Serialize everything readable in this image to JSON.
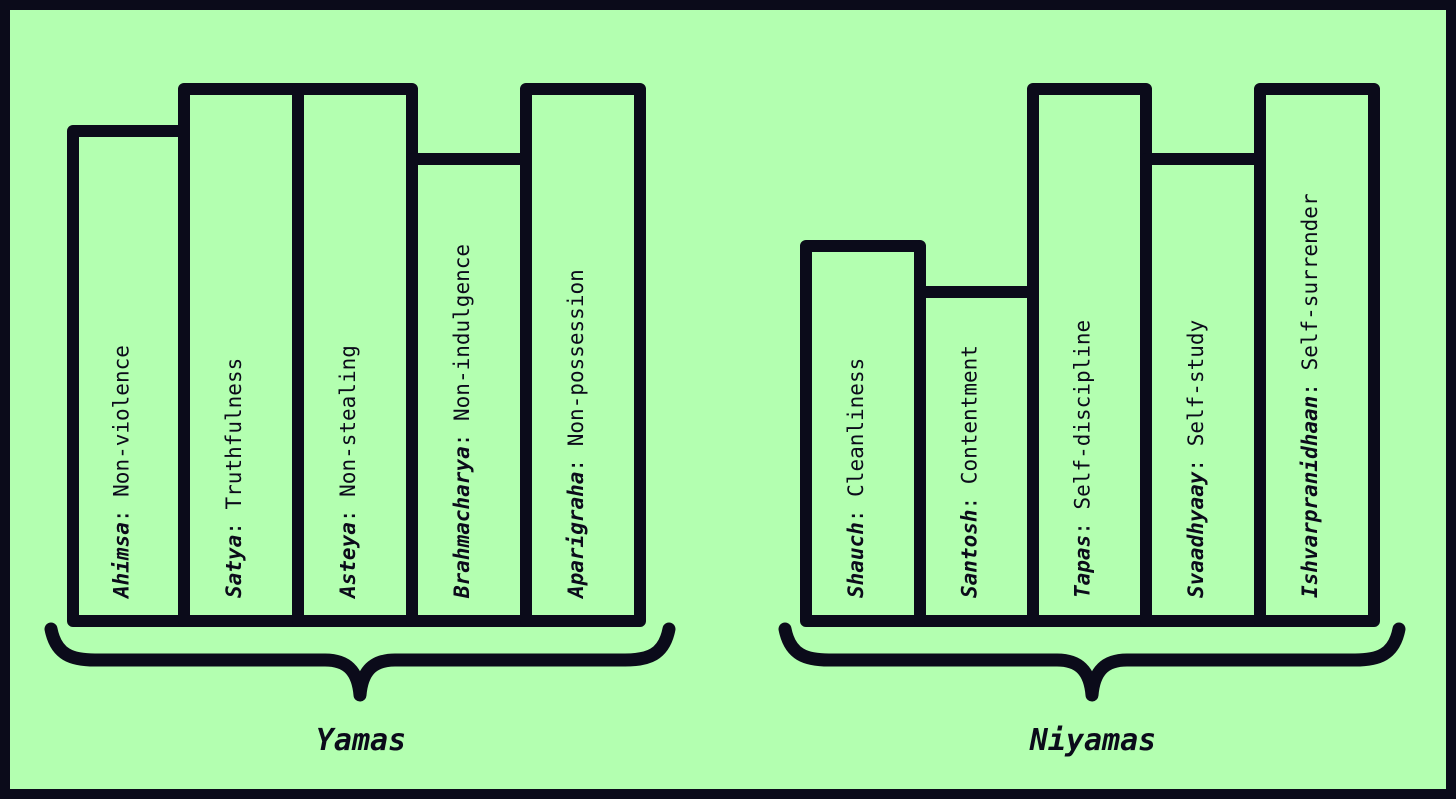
{
  "colors": {
    "background": "#b3ffb0",
    "ink": "#0b0b1a"
  },
  "groups": [
    {
      "label": "Yamas",
      "books": [
        {
          "term": "Ahimsa",
          "meaning": "Non-violence"
        },
        {
          "term": "Satya",
          "meaning": "Truthfulness"
        },
        {
          "term": "Asteya",
          "meaning": "Non-stealing"
        },
        {
          "term": "Brahmacharya",
          "meaning": "Non-indulgence"
        },
        {
          "term": "Aparigraha",
          "meaning": "Non-possession"
        }
      ]
    },
    {
      "label": "Niyamas",
      "books": [
        {
          "term": "Shauch",
          "meaning": "Cleanliness"
        },
        {
          "term": "Santosh",
          "meaning": "Contentment"
        },
        {
          "term": "Tapas",
          "meaning": "Self-discipline"
        },
        {
          "term": "Svaadhyaay",
          "meaning": "Self-study"
        },
        {
          "term": "Ishvarpranidhaan",
          "meaning": "Self-surrender"
        }
      ]
    }
  ]
}
